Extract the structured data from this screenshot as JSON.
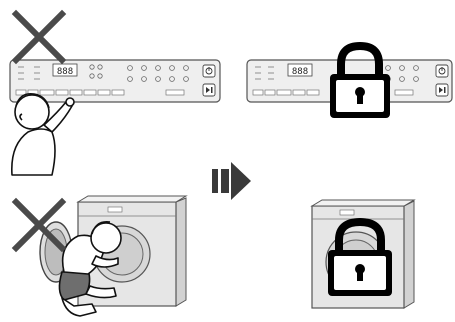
{
  "panel": {
    "display_digits": "888"
  },
  "icons": {
    "forbidden_mark": "x-icon",
    "lock": "padlock-icon",
    "arrow": "double-arrow-right-icon",
    "child": "child-figure",
    "washer": "washing-machine"
  },
  "colors": {
    "ink": "#000000",
    "cross": "#4a4a4a",
    "panel_fill": "#efefef",
    "washer_fill": "#e6e6e6",
    "background": "#ffffff"
  }
}
